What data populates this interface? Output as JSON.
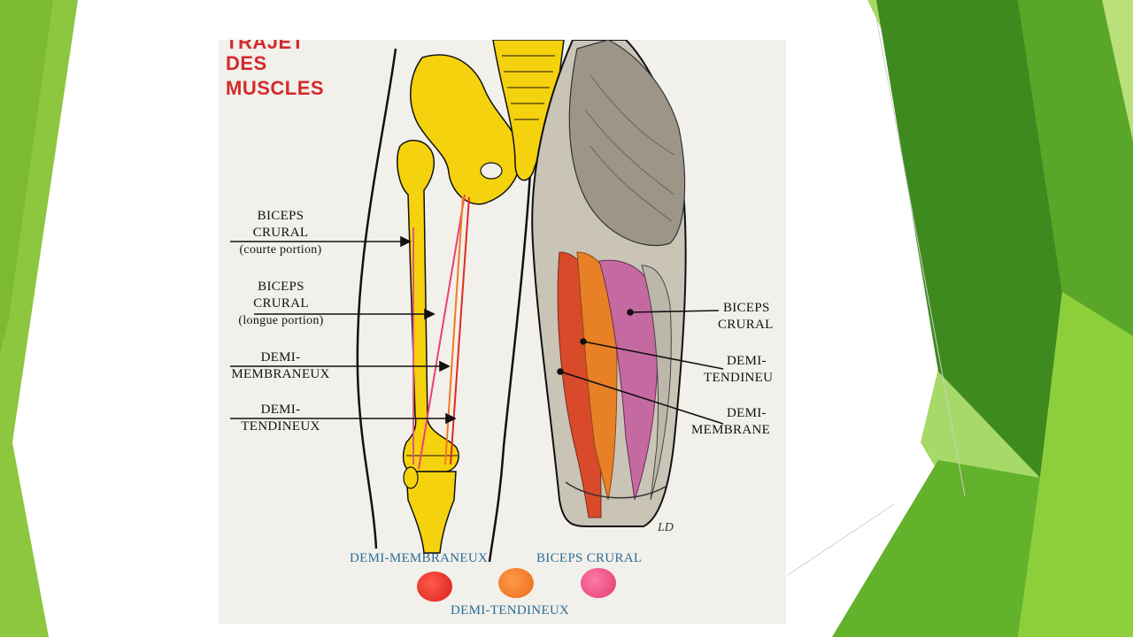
{
  "title": {
    "line1": "TRAJET",
    "line2": "DES",
    "line3": "MUSCLES"
  },
  "left_labels": [
    {
      "line1": "BICEPS",
      "line2": "CRURAL",
      "line3": "(courte portion)"
    },
    {
      "line1": "BICEPS",
      "line2": "CRURAL",
      "line3": "(longue portion)"
    },
    {
      "line1": "DEMI-",
      "line2": "MEMBRANEUX"
    },
    {
      "line1": "DEMI-",
      "line2": "TENDINEUX"
    }
  ],
  "right_labels": [
    {
      "line1": "BICEPS",
      "line2": "CRURAL"
    },
    {
      "line1": "DEMI-",
      "line2": "TENDINEU"
    },
    {
      "line1": "DEMI-",
      "line2": "MEMBRANE"
    }
  ],
  "legend": {
    "items": [
      {
        "label": "DEMI-MEMBRANEUX",
        "color": "#e02a22"
      },
      {
        "label": "DEMI-TENDINEUX",
        "color": "#f07a20"
      },
      {
        "label": "BICEPS CRURAL",
        "color": "#ec3f7a"
      }
    ]
  },
  "signature": "LD",
  "colors": {
    "bone": "#f5d20e",
    "label_text": "#111111",
    "legend_text": "#2a6e96",
    "title": "#d42a2a",
    "background_green_dark": "#3f8a1f",
    "background_green_light": "#8ccc3c"
  }
}
